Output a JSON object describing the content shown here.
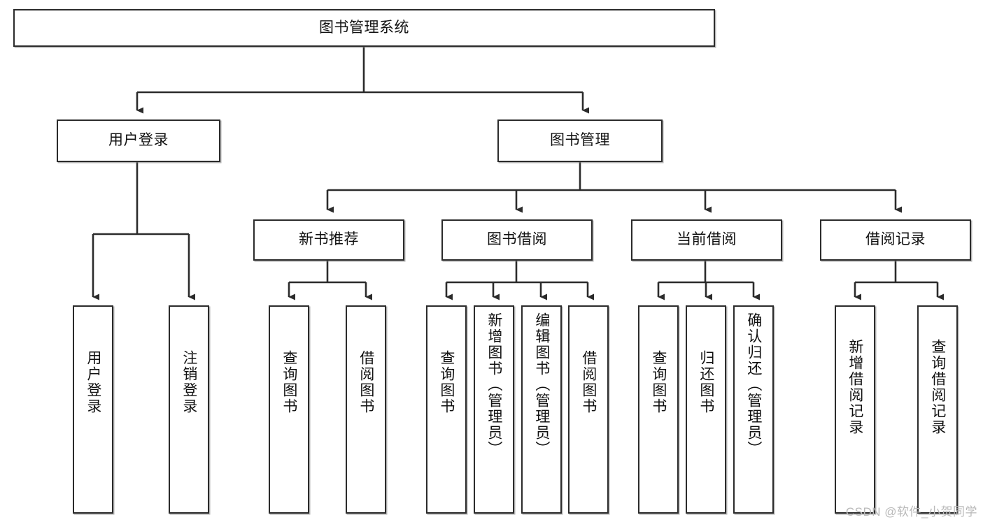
{
  "diagram": {
    "title": "图书管理系统",
    "type": "tree-hierarchy",
    "orientation": "top-down",
    "colors": {
      "box_border": "#2b2b2b",
      "box_fill": "#ffffff",
      "edge": "#2b2b2b",
      "text": "#111111",
      "watermark": "#b9b9b9",
      "background": "#ffffff"
    },
    "watermark": "CSDN @软件_小贺同学"
  },
  "nodes": {
    "root": {
      "label": "图书管理系统"
    },
    "level1": [
      {
        "id": "user-login",
        "label": "用户登录"
      },
      {
        "id": "book-manage",
        "label": "图书管理"
      }
    ],
    "level2": [
      {
        "id": "new-book-recommend",
        "label": "新书推荐"
      },
      {
        "id": "book-borrow",
        "label": "图书借阅"
      },
      {
        "id": "current-borrow",
        "label": "当前借阅"
      },
      {
        "id": "borrow-record",
        "label": "借阅记录"
      }
    ],
    "leaves": {
      "user_login": [
        {
          "id": "leaf-user-login",
          "label": "用户登录"
        },
        {
          "id": "leaf-logout-login",
          "label": "注销登录"
        }
      ],
      "new_book_recommend": [
        {
          "id": "leaf-query-book-1",
          "label": "查询图书"
        },
        {
          "id": "leaf-borrow-book-1",
          "label": "借阅图书"
        }
      ],
      "book_borrow": [
        {
          "id": "leaf-query-book-2",
          "label": "查询图书"
        },
        {
          "id": "leaf-add-book",
          "label": "新增图书（管理员）"
        },
        {
          "id": "leaf-edit-book",
          "label": "编辑图书（管理员）"
        },
        {
          "id": "leaf-borrow-book-2",
          "label": "借阅图书"
        }
      ],
      "current_borrow": [
        {
          "id": "leaf-query-book-3",
          "label": "查询图书"
        },
        {
          "id": "leaf-return-book",
          "label": "归还图书"
        },
        {
          "id": "leaf-confirm-return",
          "label": "确认归还（管理员）"
        }
      ],
      "borrow_record": [
        {
          "id": "leaf-add-record",
          "label": "新增借阅记录"
        },
        {
          "id": "leaf-query-record",
          "label": "查询借阅记录"
        }
      ]
    }
  }
}
